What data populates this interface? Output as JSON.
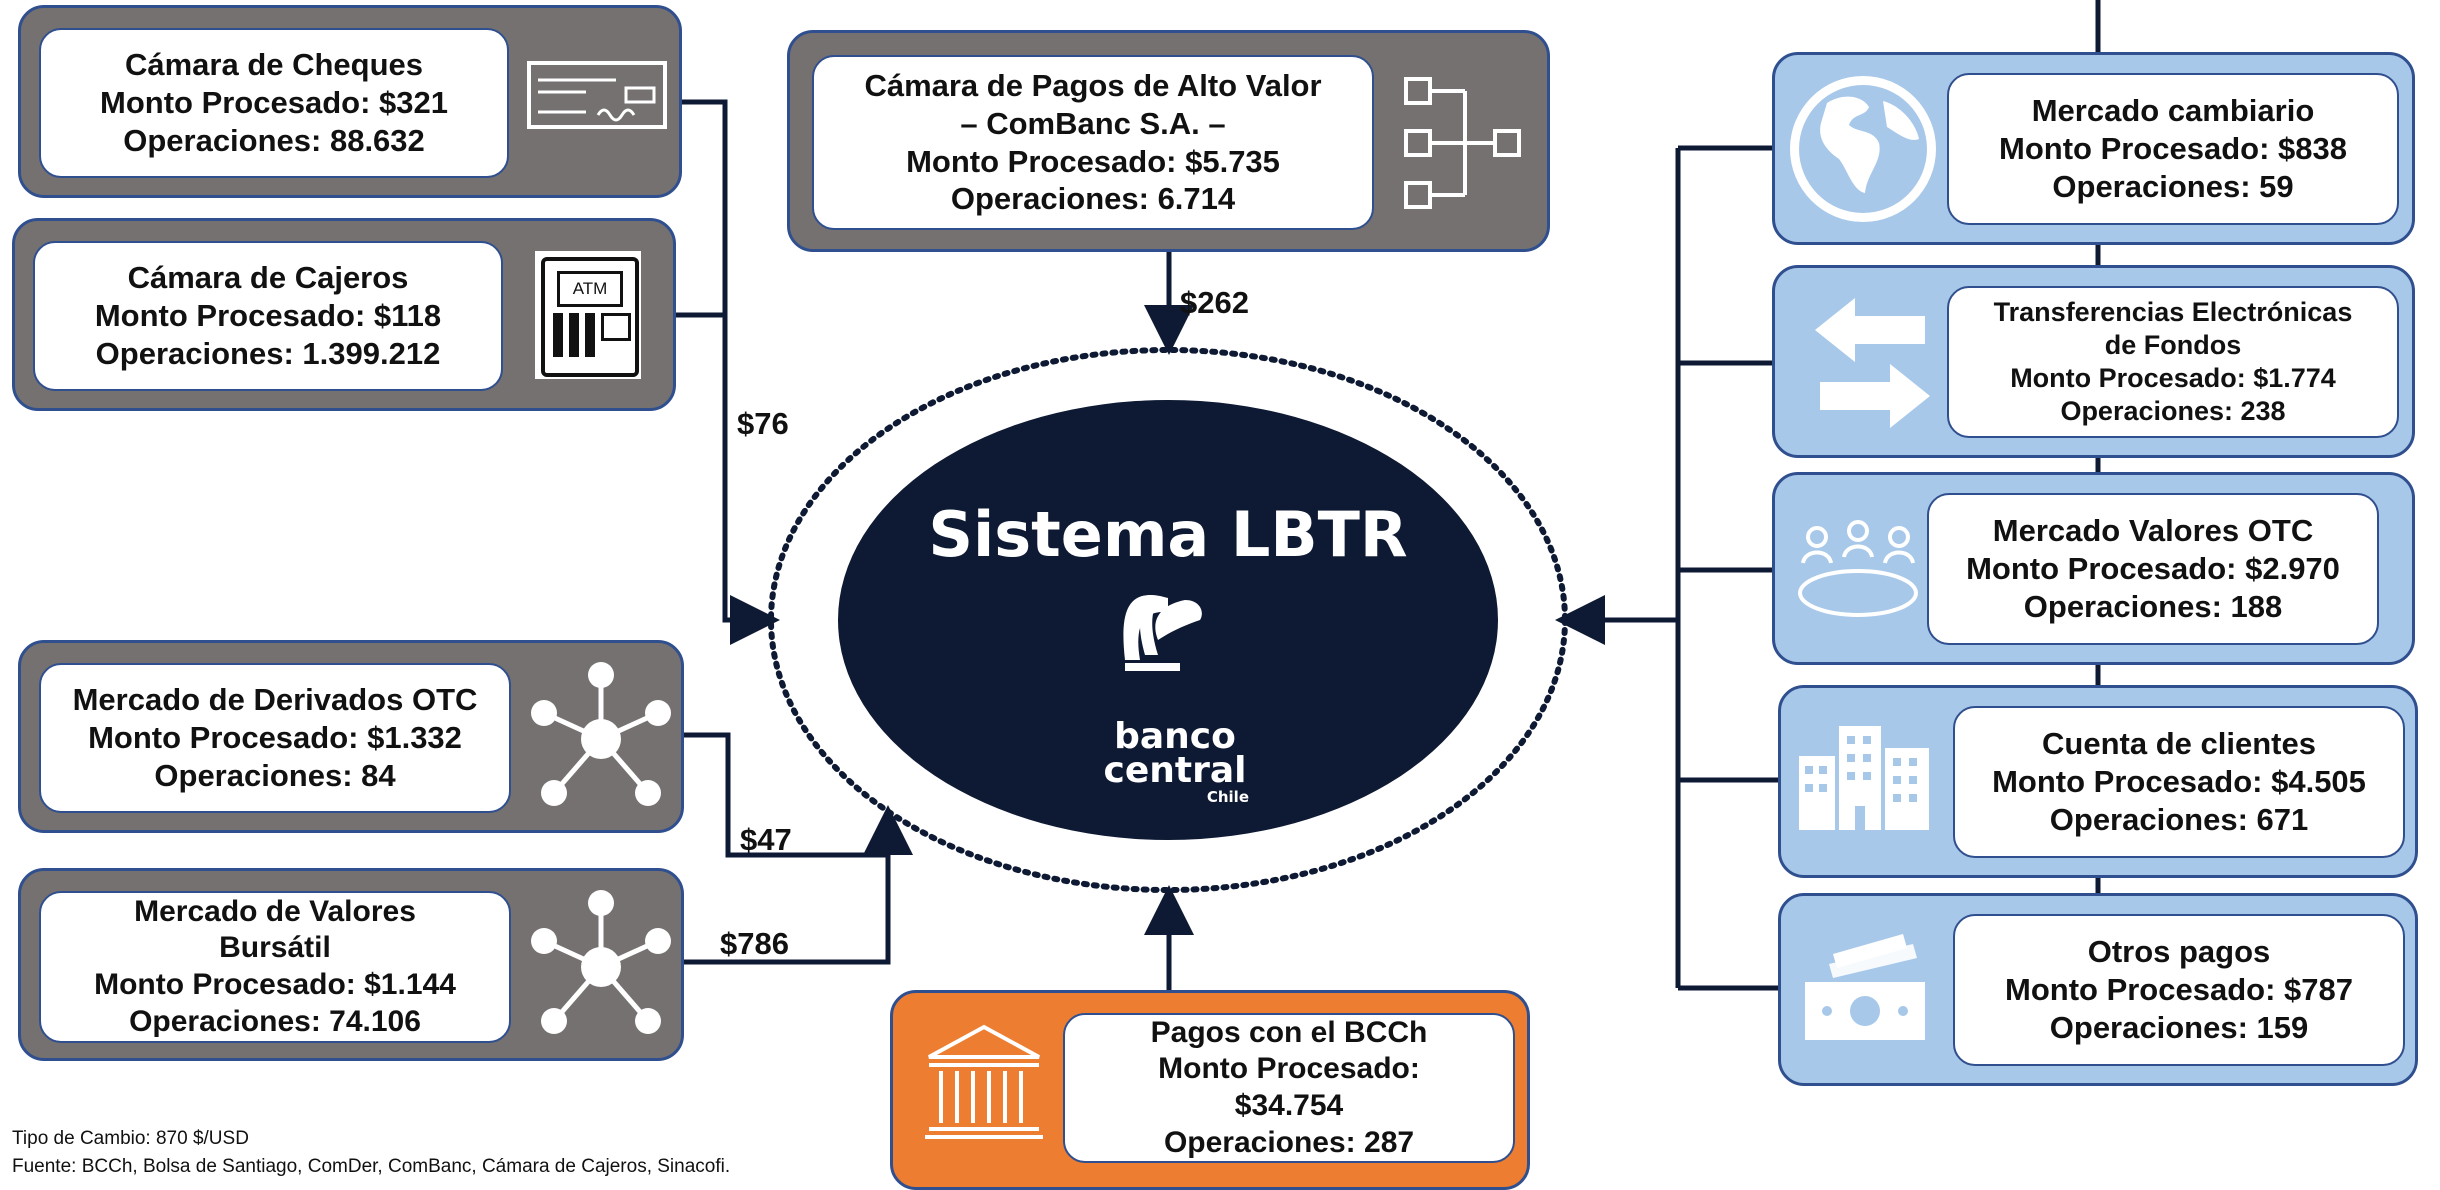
{
  "center": {
    "title": "Sistema LBTR",
    "logo_line1": "banco",
    "logo_line2": "central",
    "logo_line3": "Chile"
  },
  "left_nodes": [
    {
      "name": "Cámara de Cheques",
      "monto": "Monto Procesado: $321",
      "ops": "Operaciones: 88.632",
      "icon": "cheque-icon"
    },
    {
      "name": "Cámara de Cajeros",
      "monto": "Monto Procesado: $118",
      "ops": "Operaciones: 1.399.212",
      "icon": "atm-icon",
      "icon_text": "ATM"
    },
    {
      "name": "Mercado de Derivados OTC",
      "monto": "Monto Procesado: $1.332",
      "ops": "Operaciones: 84",
      "icon": "network-icon"
    },
    {
      "name": "Mercado de Valores",
      "name2": "Bursátil",
      "monto": "Monto Procesado: $1.144",
      "ops": "Operaciones: 74.106",
      "icon": "network-icon"
    }
  ],
  "top_node": {
    "name": "Cámara de Pagos de Alto Valor",
    "name2": "– ComBanc S.A. –",
    "monto": "Monto Procesado: $5.735",
    "ops": "Operaciones: 6.714",
    "icon": "clearing-tree-icon"
  },
  "bottom_node": {
    "name": "Pagos con el BCCh",
    "monto": "Monto Procesado:",
    "monto2": "$34.754",
    "ops": "Operaciones: 287",
    "icon": "bank-building-icon"
  },
  "right_nodes": [
    {
      "name": "Mercado cambiario",
      "monto": "Monto Procesado: $838",
      "ops": "Operaciones: 59",
      "icon": "globe-icon"
    },
    {
      "name": "Transferencias Electrónicas",
      "name2": "de Fondos",
      "monto": "Monto Procesado: $1.774",
      "ops": "Operaciones: 238",
      "icon": "transfer-arrows-icon"
    },
    {
      "name": "Mercado Valores OTC",
      "monto": "Monto Procesado: $2.970",
      "ops": "Operaciones: 188",
      "icon": "meeting-table-icon"
    },
    {
      "name": "Cuenta de clientes",
      "monto": "Monto Procesado: $4.505",
      "ops": "Operaciones: 671",
      "icon": "buildings-icon"
    },
    {
      "name": "Otros pagos",
      "monto": "Monto Procesado: $787",
      "ops": "Operaciones: 159",
      "icon": "money-icon"
    }
  ],
  "flows": {
    "top": "$262",
    "left_upper": "$76",
    "left_derivados": "$47",
    "left_bursatil": "$786"
  },
  "footer": {
    "fx": "Tipo de Cambio: 870 $/USD",
    "source": "Fuente: BCCh, Bolsa de Santiago, ComDer, ComBanc, Cámara de Cajeros, Sinacofi."
  },
  "colors": {
    "gray": "#767171",
    "blue": "#a8c8ea",
    "orange": "#ed7d31",
    "navy": "#0e1a33",
    "border": "#2f4f8f"
  }
}
